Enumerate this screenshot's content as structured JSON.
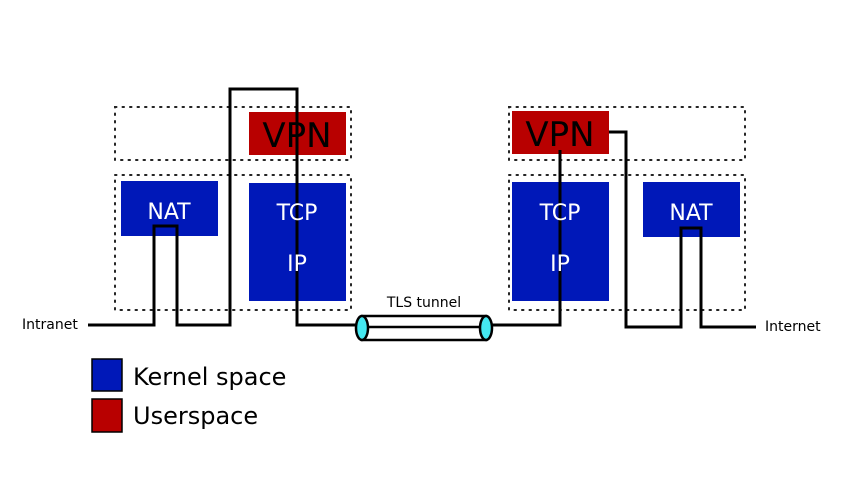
{
  "colors": {
    "kernel": "#0018B8",
    "userspace": "#B80000",
    "tunnel_end": "#44E8F0",
    "wire": "#000000"
  },
  "left_host": {
    "vpn": "VPN",
    "tcp": "TCP",
    "ip": "IP",
    "nat": "NAT"
  },
  "right_host": {
    "vpn": "VPN",
    "tcp": "TCP",
    "ip": "IP",
    "nat": "NAT"
  },
  "tunnel_label": "TLS tunnel",
  "endpoints": {
    "left": "Intranet",
    "right": "Internet"
  },
  "legend": [
    {
      "label": "Kernel space",
      "color_key": "kernel"
    },
    {
      "label": "Userspace",
      "color_key": "userspace"
    }
  ]
}
